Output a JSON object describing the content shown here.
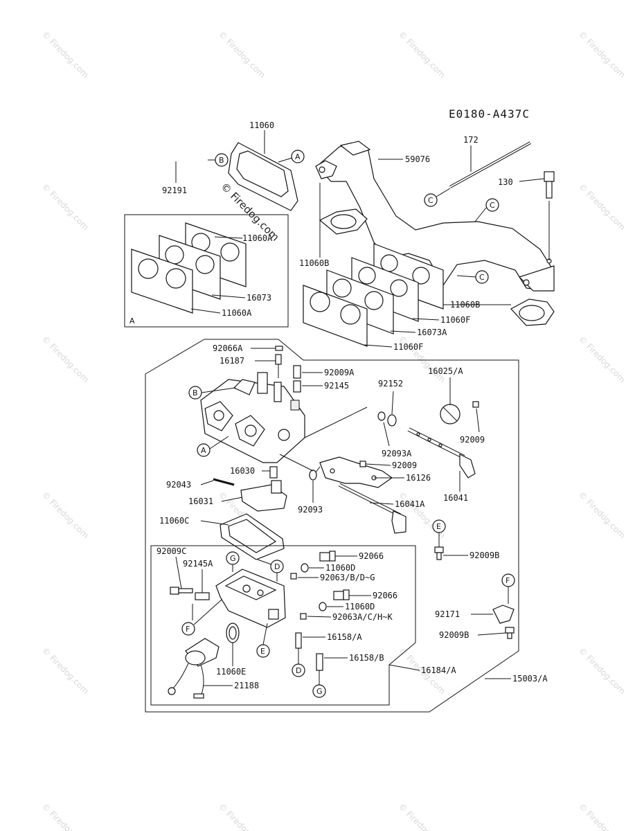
{
  "diagram_code": "E0180-A437C",
  "watermark_text": "© Firedog.com",
  "center_watermark": "© Firedog.com",
  "section_a_label": "A",
  "callouts": [
    "A",
    "B",
    "C",
    "D",
    "E",
    "F",
    "G"
  ],
  "labels": {
    "l11060": "11060",
    "l92191": "92191",
    "l59076": "59076",
    "l172": "172",
    "l130": "130",
    "l11060A_top": "11060A",
    "l16073": "16073",
    "l11060A_bot": "11060A",
    "l11060B_left": "11060B",
    "l11060B_right": "11060B",
    "l11060F_1": "11060F",
    "l16073A": "16073A",
    "l11060F_2": "11060F",
    "l92066A": "92066A",
    "l16187": "16187",
    "l92009A": "92009A",
    "l92145": "92145",
    "l92152": "92152",
    "l16025A": "16025/A",
    "l92009_1": "92009",
    "l92093A": "92093A",
    "l92009_2": "92009",
    "l16126": "16126",
    "l16030": "16030",
    "l92043": "92043",
    "l16031": "16031",
    "l16041A": "16041A",
    "l16041": "16041",
    "l92093": "92093",
    "l11060C": "11060C",
    "l92009B_1": "92009B",
    "l92009C": "92009C",
    "l92145A": "92145A",
    "l92066_1": "92066",
    "l11060D_1": "11060D",
    "l92063BDG": "92063/B/D~G",
    "l92066_2": "92066",
    "l11060D_2": "11060D",
    "l92063ACHK": "92063A/C/H~K",
    "l16158A": "16158/A",
    "l16158B": "16158/B",
    "l11060E": "11060E",
    "l21188": "21188",
    "l16184A": "16184/A",
    "l15003A": "15003/A",
    "l92171": "92171",
    "l92009B_2": "92009B"
  }
}
